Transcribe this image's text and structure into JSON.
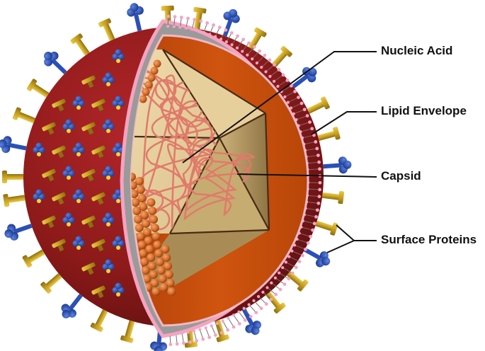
{
  "labels": {
    "nucleic_acid": "Nucleic Acid",
    "lipid_envelope": "Lipid Envelope",
    "capsid": "Capsid",
    "surface_proteins": "Surface Proteins"
  },
  "colors": {
    "outer_surface": "#8e1a1a",
    "interior": "#c9500f",
    "membrane_head": "#f5a3c0",
    "membrane_tail": "#9a9a9a",
    "capsid_face": "#d8c08a",
    "capsid_edge": "#4a2a14",
    "nucleic_acid": "#e07a6a",
    "capsomere": "#d9722e",
    "glycoprotein_gold": "#c8a11f",
    "glycoprotein_blue": "#2a50b8",
    "leader_line": "#111111"
  },
  "icons": [
    "virion-illustration",
    "lipid-bilayer",
    "icosahedral-capsid",
    "nucleic-acid-strand",
    "surface-glycoprotein"
  ]
}
